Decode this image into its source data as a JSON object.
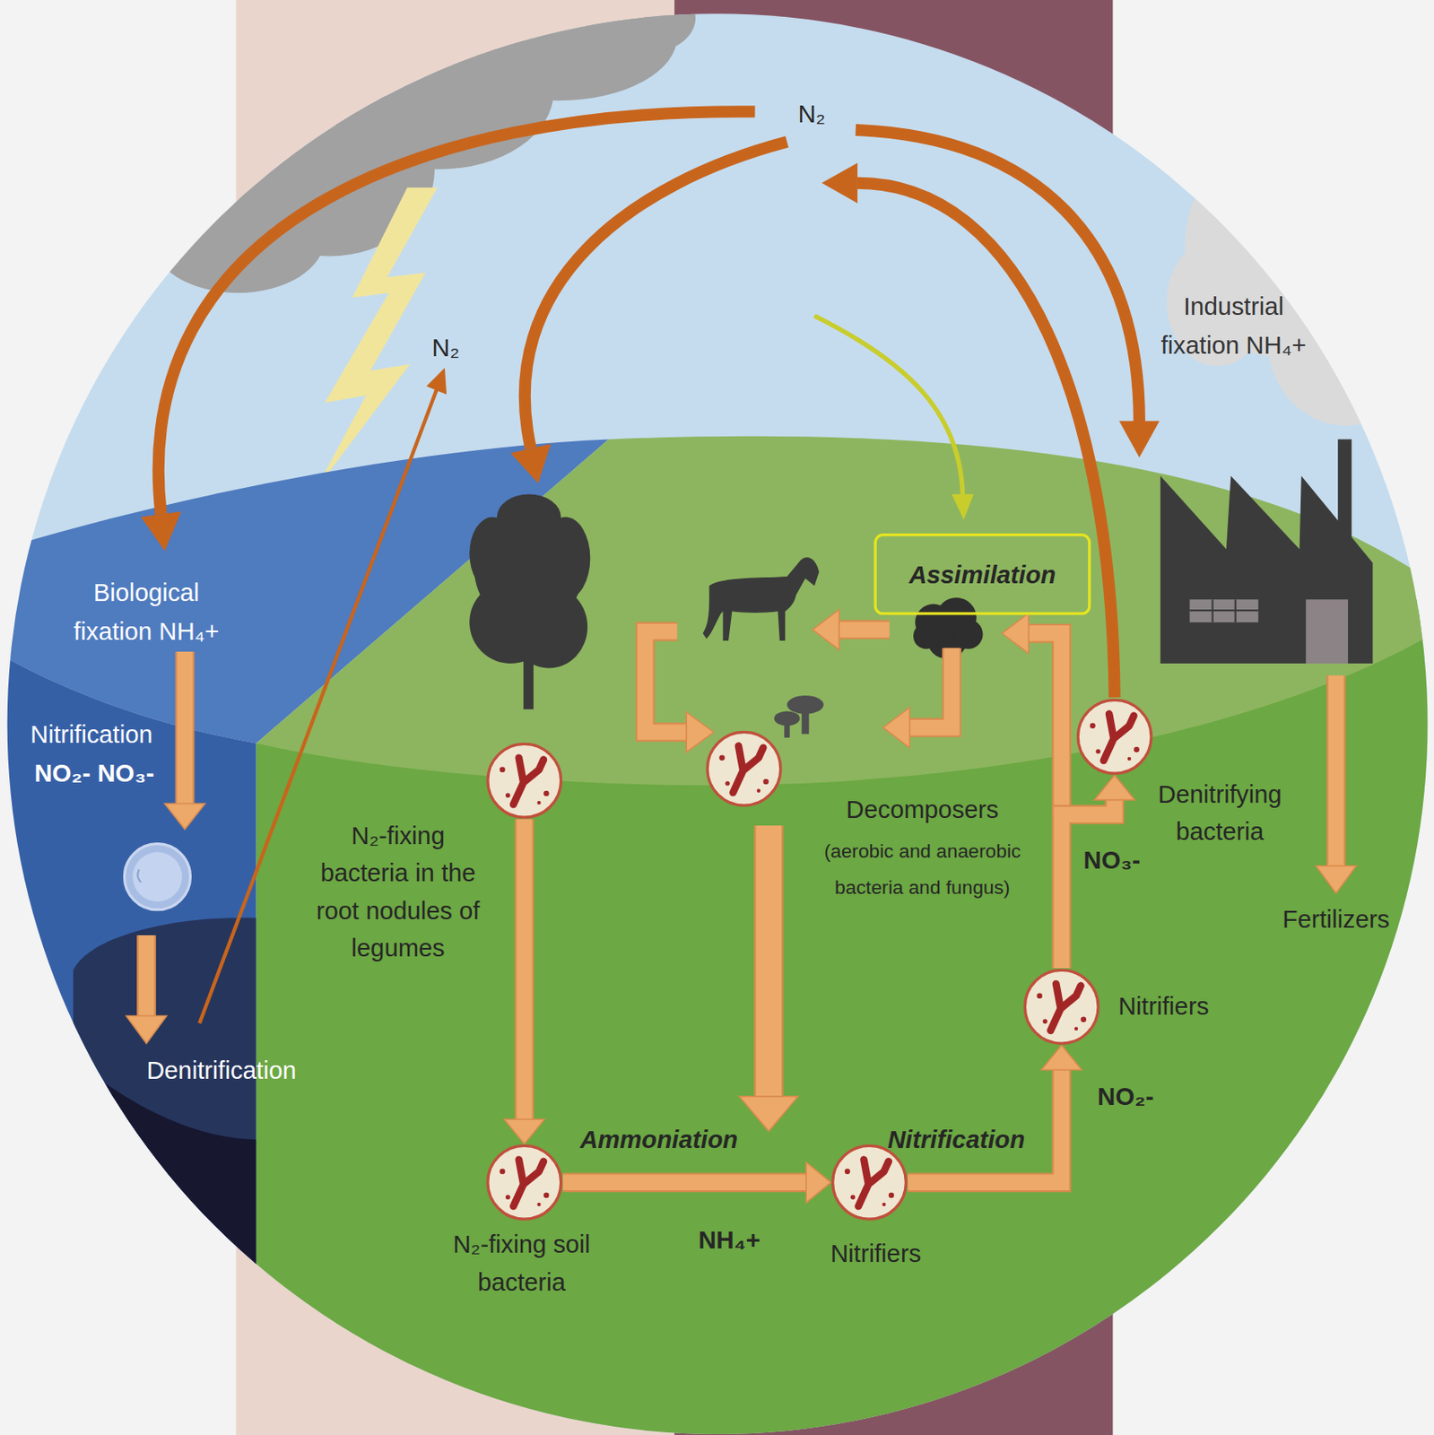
{
  "diagram": {
    "nodes": [
      {
        "text": [
          "Assimilation"
        ]
      },
      {
        "text": [
          "N₂-fixing bacteria in the root nodules of legumes"
        ]
      },
      {
        "text": [
          "Decomposers",
          "(aerobic and anaerobic bacteria and fungus)"
        ]
      },
      {
        "text": [
          "Denitrifying bacteria"
        ]
      },
      {
        "text": [
          "Nitrifiers"
        ]
      },
      {
        "text": [
          "N₂-fixing soil bacteria"
        ]
      },
      {
        "text": [
          "Nitrifiers"
        ]
      }
    ],
    "edges": [
      {
        "from": 1,
        "to": 5,
        "arrow": "to"
      },
      {
        "from": 5,
        "to": 6,
        "label": "NH₄+",
        "arrow": "to"
      },
      {
        "from": 6,
        "to": 4,
        "label": "NO₂-",
        "arrow": "to"
      },
      {
        "from": 4,
        "to": 3,
        "label": "NO₃-",
        "arrow": "to"
      }
    ],
    "labels": [
      "N₂",
      "N₂",
      "Biological fixation NH₄+",
      "Nitrification",
      "NO₂- NO₃-",
      "Denitrification",
      "Industrial fixation NH₄+",
      "Fertilizers",
      "Ammoniation",
      "Nitrification"
    ]
  }
}
